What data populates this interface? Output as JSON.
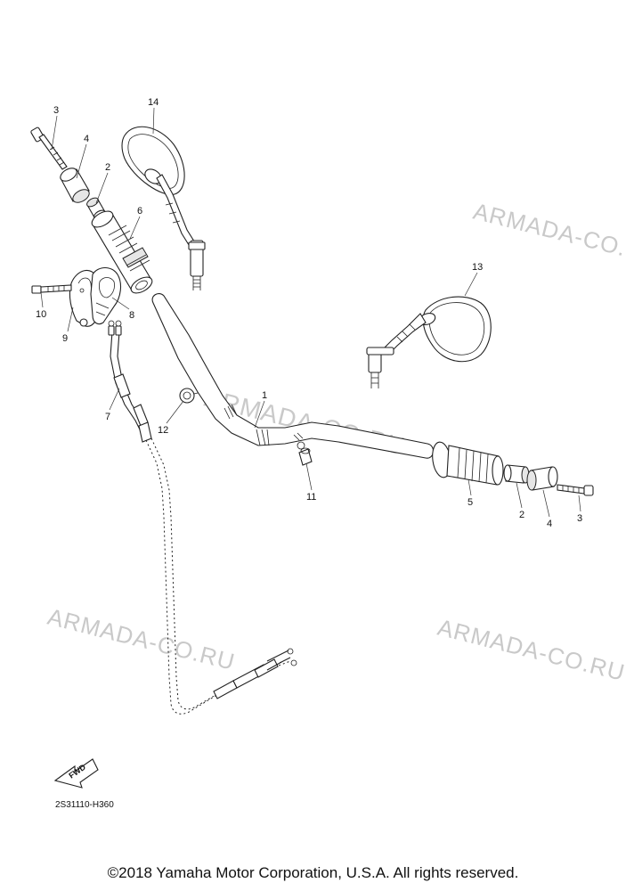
{
  "watermark": "ARMADA-CO.RU",
  "drawing_code": "2S31110-H360",
  "fwd_label": "FWD",
  "copyright": "©2018 Yamaha Motor Corporation, U.S.A. All rights reserved.",
  "labels": {
    "p1": "1",
    "p2_left": "2",
    "p2_right": "2",
    "p3_left": "3",
    "p3_right": "3",
    "p4_left": "4",
    "p4_right": "4",
    "p5": "5",
    "p6": "6",
    "p7": "7",
    "p8": "8",
    "p9": "9",
    "p10": "10",
    "p11": "11",
    "p12": "12",
    "p13": "13",
    "p14": "14"
  }
}
